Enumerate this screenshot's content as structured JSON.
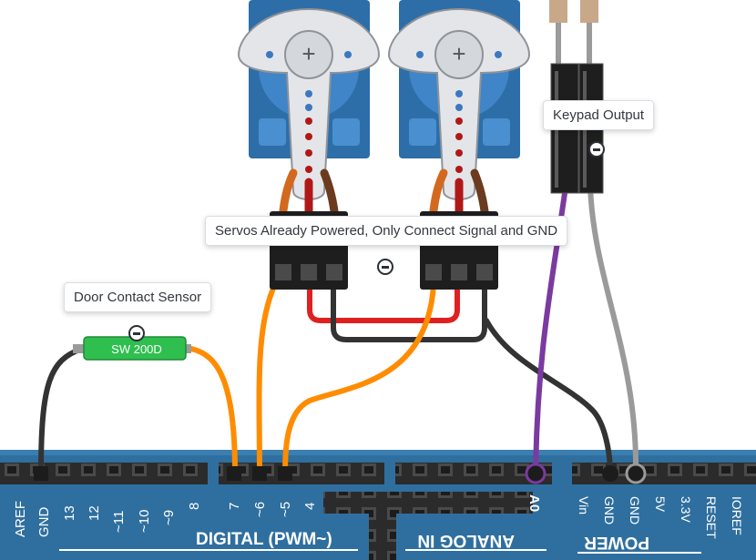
{
  "annotations": {
    "keypad": "Keypad Output",
    "servos": "Servos Already Powered, Only Connect Signal and GND",
    "door": "Door Contact Sensor"
  },
  "components": {
    "reed_switch_label": "SW 200D"
  },
  "board": {
    "digital_pins": [
      "AREF",
      "GND",
      "13",
      "12",
      "~11",
      "~10",
      "~9",
      "8",
      "7",
      "~6",
      "~5",
      "4"
    ],
    "digital_header_label": "DIGITAL (PWM~)",
    "analog_pin": "A0",
    "analog_header_label": "ANALOG IN",
    "power_pins": [
      "Vin",
      "GND",
      "GND",
      "5V",
      "3.3V",
      "RESET",
      "IOREF"
    ],
    "power_header_label": "POWER"
  },
  "colors": {
    "board": "#2f6f9f",
    "header": "#2b2b2b",
    "servo_body": "#2d6ea8",
    "wire_orange": "#ff8c00",
    "wire_black": "#333333",
    "wire_red": "#e02020",
    "wire_purple": "#7b3aa0",
    "wire_gray": "#9a9a9a",
    "reed_green": "#2fbf4f"
  },
  "icons": [
    "minus-circle-icon"
  ]
}
